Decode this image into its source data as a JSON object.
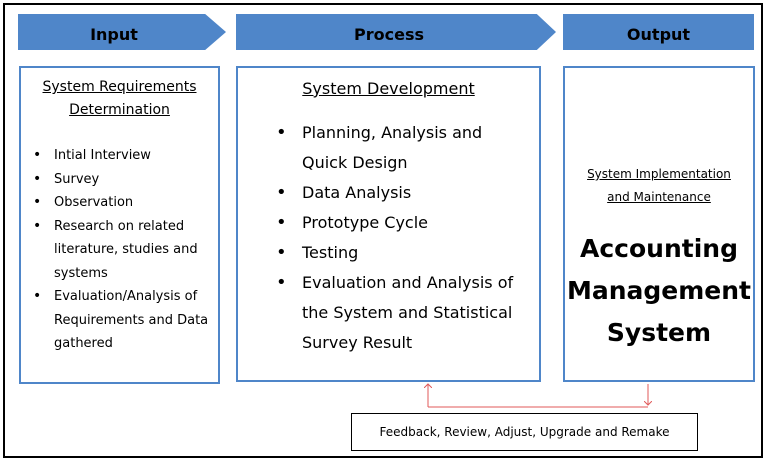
{
  "headers": {
    "input": "Input",
    "process": "Process",
    "output": "Output"
  },
  "input_panel": {
    "title_line1": "System Requirements",
    "title_line2": "Determination",
    "items": [
      "Intial Interview",
      "Survey",
      "Observation",
      "Research on related literature, studies and systems",
      "Evaluation/Analysis of Requirements and Data gathered"
    ]
  },
  "process_panel": {
    "title": "System Development",
    "items": [
      "Planning, Analysis and Quick Design",
      "Data Analysis",
      "Prototype Cycle",
      "Testing",
      "Evaluation and Analysis of the System and Statistical Survey Result"
    ]
  },
  "output_panel": {
    "subtitle_line1": "System Implementation",
    "subtitle_line2": "and Maintenance",
    "main_line1": "Accounting",
    "main_line2": "Management",
    "main_line3": "System"
  },
  "feedback": {
    "label": "Feedback, Review, Adjust, Upgrade and Remake"
  },
  "colors": {
    "header_fill": "#4f86c9",
    "panel_border": "#4f86c9",
    "connector": "#e05a5a"
  }
}
